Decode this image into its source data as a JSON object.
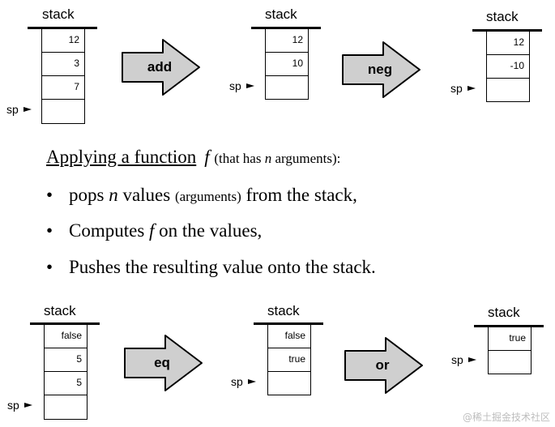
{
  "diagram": {
    "stack_label": "stack",
    "sp_label": "sp",
    "top": {
      "stack1": [
        "12",
        "3",
        "7",
        ""
      ],
      "op1": "add",
      "stack2": [
        "12",
        "10",
        ""
      ],
      "op2": "neg",
      "stack3": [
        "12",
        "-10",
        ""
      ]
    },
    "bottom": {
      "stack1": [
        "false",
        "5",
        "5",
        ""
      ],
      "op1": "eq",
      "stack2": [
        "false",
        "true",
        ""
      ],
      "op2": "or",
      "stack3": [
        "true",
        ""
      ]
    }
  },
  "text": {
    "heading_underlined": "Applying a function",
    "heading_f": "f",
    "heading_paren_open": "(that has ",
    "heading_n": "n",
    "heading_paren_close": " arguments):",
    "bullet_char": "•",
    "bullet1_a": "pops ",
    "bullet1_n": "n",
    "bullet1_b": " values ",
    "bullet1_small": "(arguments)",
    "bullet1_c": " from the stack,",
    "bullet2_a": "Computes ",
    "bullet2_f": "f",
    "bullet2_b": " on the values,",
    "bullet3": "Pushes the resulting value onto the stack."
  },
  "watermark": "@稀土掘金技术社区"
}
